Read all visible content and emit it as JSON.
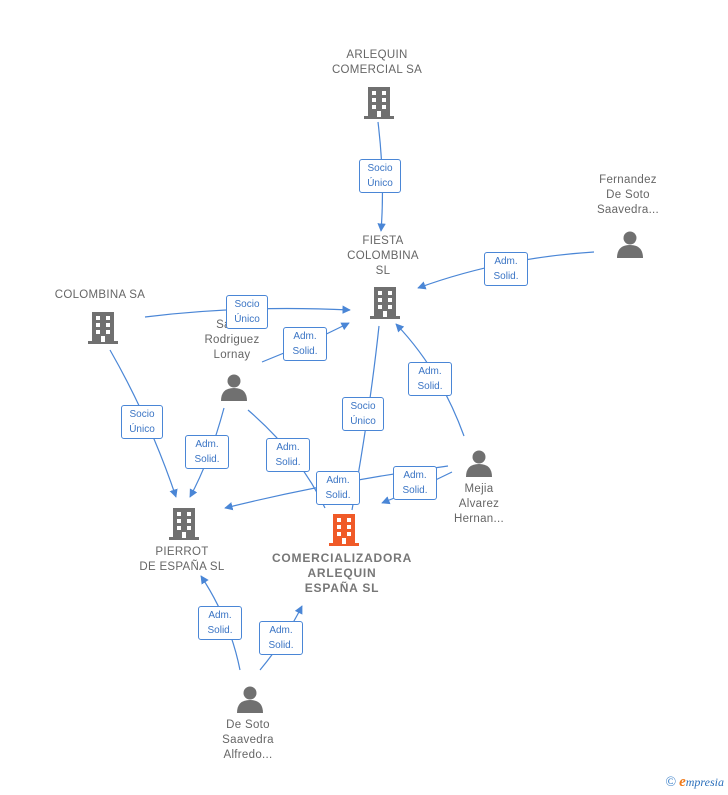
{
  "colors": {
    "edge": "#4a86d6",
    "node_gray": "#707070",
    "node_highlight": "#f05a28"
  },
  "nodes": {
    "arlequin_comercial": {
      "label": "ARLEQUIN\nCOMERCIAL SA",
      "icon": "building-icon"
    },
    "fiesta_colombina": {
      "label": "FIESTA\nCOLOMBINA\nSL",
      "icon": "building-icon"
    },
    "fernandez": {
      "label": "Fernandez\nDe Soto\nSaavedra...",
      "icon": "person-icon"
    },
    "colombina": {
      "label": "COLOMBINA SA",
      "icon": "building-icon"
    },
    "sanchez": {
      "label": "San...\nRodriguez\nLornay",
      "icon": "person-icon"
    },
    "mejia": {
      "label": "Mejia\nAlvarez\nHernan...",
      "icon": "person-icon"
    },
    "pierrot": {
      "label": "PIERROT\nDE ESPAÑA  SL",
      "icon": "building-icon"
    },
    "comercializadora": {
      "label": "COMERCIALIZADORA\nARLEQUIN\nESPAÑA  SL",
      "icon": "building-icon"
    },
    "de_soto": {
      "label": "De Soto\nSaavedra\nAlfredo...",
      "icon": "person-icon"
    }
  },
  "edge_labels": {
    "socio_unico": "Socio\nÚnico",
    "adm_solid": "Adm.\nSolid."
  },
  "footer": {
    "copyright": "©",
    "brand_initial": "e",
    "brand_rest": "mpresia"
  }
}
